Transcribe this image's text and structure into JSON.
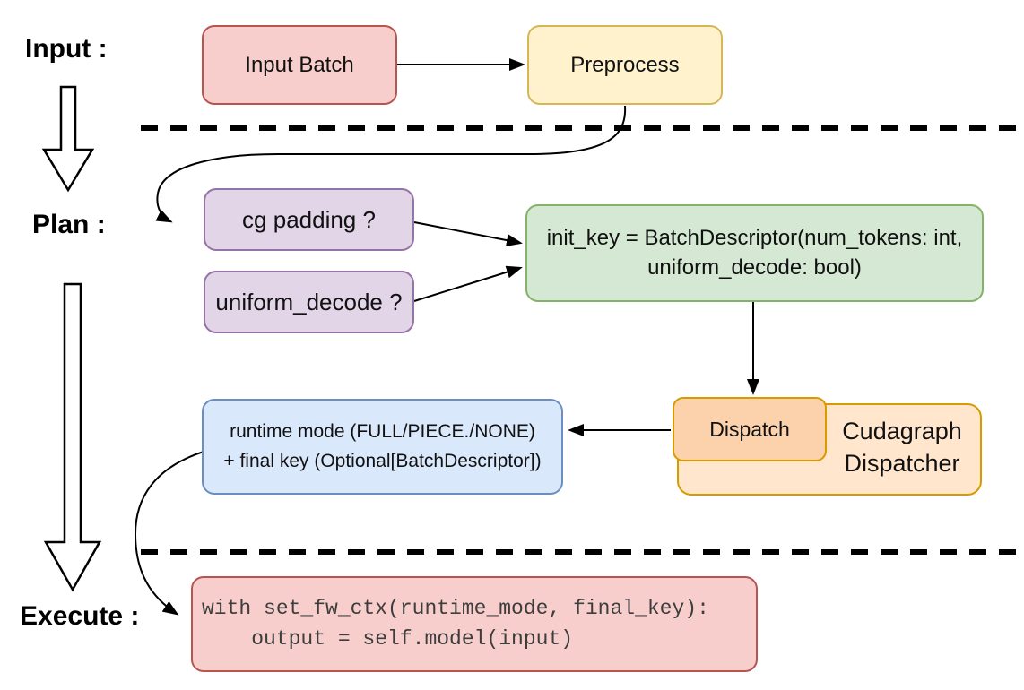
{
  "section_labels": {
    "input": "Input :",
    "plan": "Plan :",
    "execute": "Execute :"
  },
  "nodes": {
    "input_batch": {
      "label": "Input Batch",
      "fill": "#f8cecc",
      "stroke": "#b85450"
    },
    "preprocess": {
      "label": "Preprocess",
      "fill": "#fff2cc",
      "stroke": "#d6b656"
    },
    "cg_padding": {
      "label": "cg padding ?",
      "fill": "#e1d5e7",
      "stroke": "#9673a6"
    },
    "uniform_decode": {
      "label": "uniform_decode ?",
      "fill": "#e1d5e7",
      "stroke": "#9673a6"
    },
    "init_key": {
      "line1": "init_key = BatchDescriptor(num_tokens: int,",
      "line2": "uniform_decode: bool)",
      "fill": "#d5e8d4",
      "stroke": "#82b366"
    },
    "dispatch": {
      "label": "Dispatch",
      "fill": "#fcd2ad",
      "stroke": "#d79b00"
    },
    "cudagraph_dispatcher": {
      "label": "Cudagraph Dispatcher",
      "fill": "#ffe6cc",
      "stroke": "#d79b00"
    },
    "runtime_result": {
      "line1": "runtime mode (FULL/PIECE./NONE)",
      "line2": "+ final key (Optional[BatchDescriptor])",
      "fill": "#dae8fc",
      "stroke": "#6c8ebf"
    },
    "execute_code": {
      "line1": "with set_fw_ctx(runtime_mode, final_key):",
      "line2": "    output = self.model(input)",
      "fill": "#f8cecc",
      "stroke": "#b85450"
    }
  },
  "connector_color": "#000000"
}
